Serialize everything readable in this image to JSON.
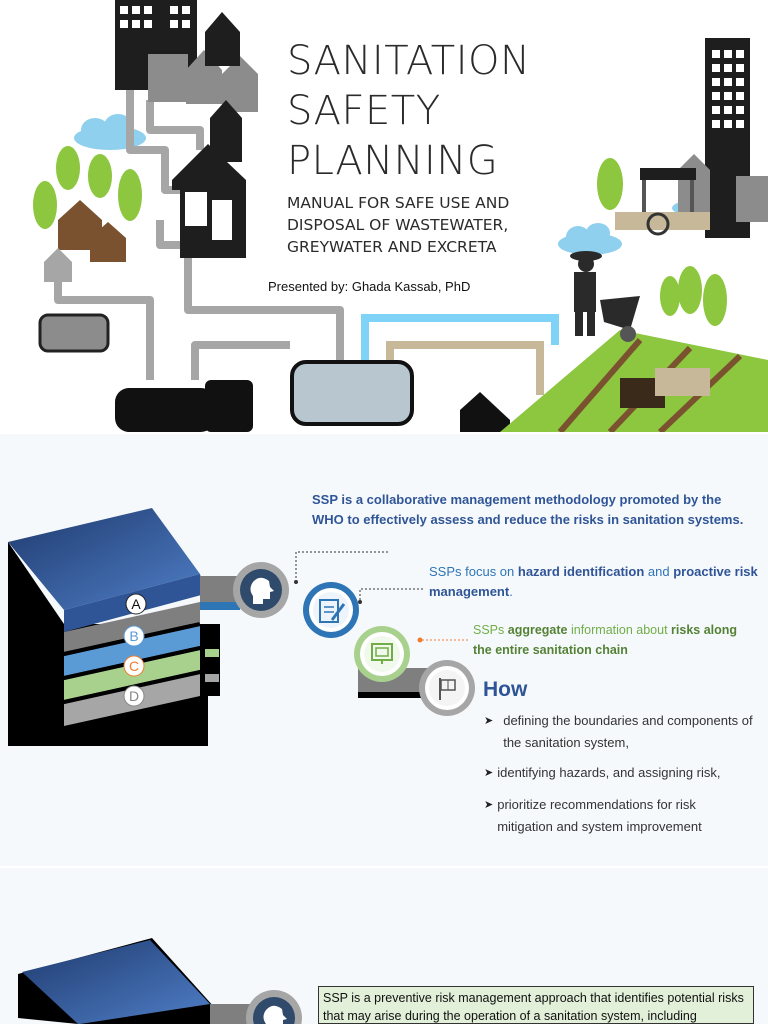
{
  "slide1": {
    "title_lines": [
      "SANITATION",
      "SAFETY",
      "PLANNING"
    ],
    "subtitle_lines": [
      "MANUAL FOR SAFE USE AND",
      "DISPOSAL OF WASTEWATER,",
      "GREYWATER AND EXCRETA"
    ],
    "presenter": "Presented by: Ghada Kassab, PhD",
    "colors": {
      "buildings": "#333333",
      "trees": "#8dc63f",
      "pipes_grey": "#a6a6a6",
      "pipe_blue": "#7fd3f7",
      "pipe_tan": "#c8b89a",
      "field": "#8dc63f"
    }
  },
  "slide2": {
    "intro": "SSP is a collaborative management methodology promoted by the WHO to effectively assess and reduce the risks in sanitation systems.",
    "focus": {
      "pre": "SSPs focus on ",
      "hazard": "hazard identification",
      "mid": " and ",
      "proactive": "proactive risk management",
      "post": "."
    },
    "aggregate": {
      "pre": "SSPs ",
      "agg": "aggregate",
      "mid": " information about ",
      "risks": "risks along the entire sanitation chain"
    },
    "how_title": "How",
    "how_items": [
      "defining the boundaries and components of the sanitation system,",
      "identifying hazards, and assigning risk,",
      "prioritize recommendations for risk mitigation and system improvement"
    ],
    "layers": [
      "A",
      "B",
      "C",
      "D"
    ],
    "icons": [
      "head-gears-icon",
      "edit-document-icon",
      "presentation-icon",
      "flag-icon"
    ]
  },
  "slide3": {
    "box_text": "SSP is a preventive risk management approach that identifies potential risks that may arise during the operation of a sanitation system, including"
  }
}
